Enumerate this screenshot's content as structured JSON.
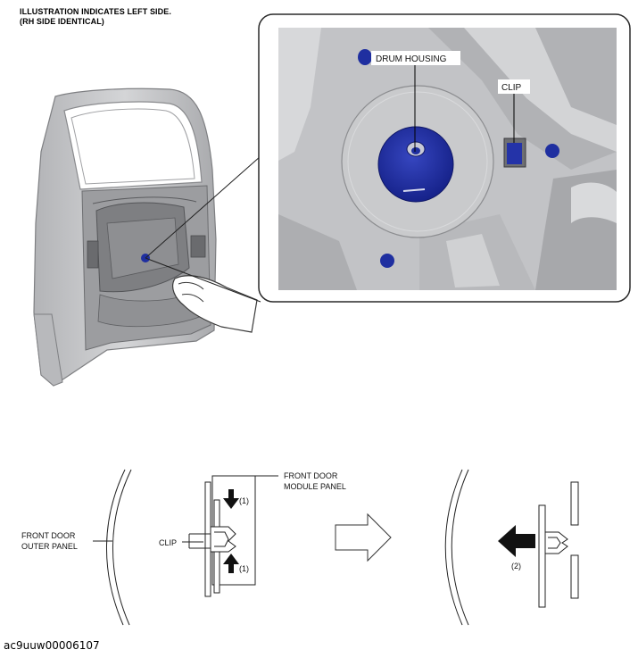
{
  "note": {
    "line1": "ILLUSTRATION INDICATES LEFT SIDE.",
    "line2": "(RH SIDE IDENTICAL)"
  },
  "callouts": {
    "drum_housing": "DRUM HOUSING",
    "clip_detail": "CLIP"
  },
  "section": {
    "front_door_module_panel_line1": "FRONT DOOR",
    "front_door_module_panel_line2": "MODULE PANEL",
    "front_door_outer_panel_line1": "FRONT DOOR",
    "front_door_outer_panel_line2": "OUTER PANEL",
    "clip": "CLIP",
    "step1_top": "(1)",
    "step1_bottom": "(1)",
    "step2": "(2)"
  },
  "figure_id": "ac9uuw00006107",
  "colors": {
    "part_highlight": "#1f2fa0",
    "door_body": "#c9cacc",
    "panel_bg": "#c2c3c6"
  }
}
